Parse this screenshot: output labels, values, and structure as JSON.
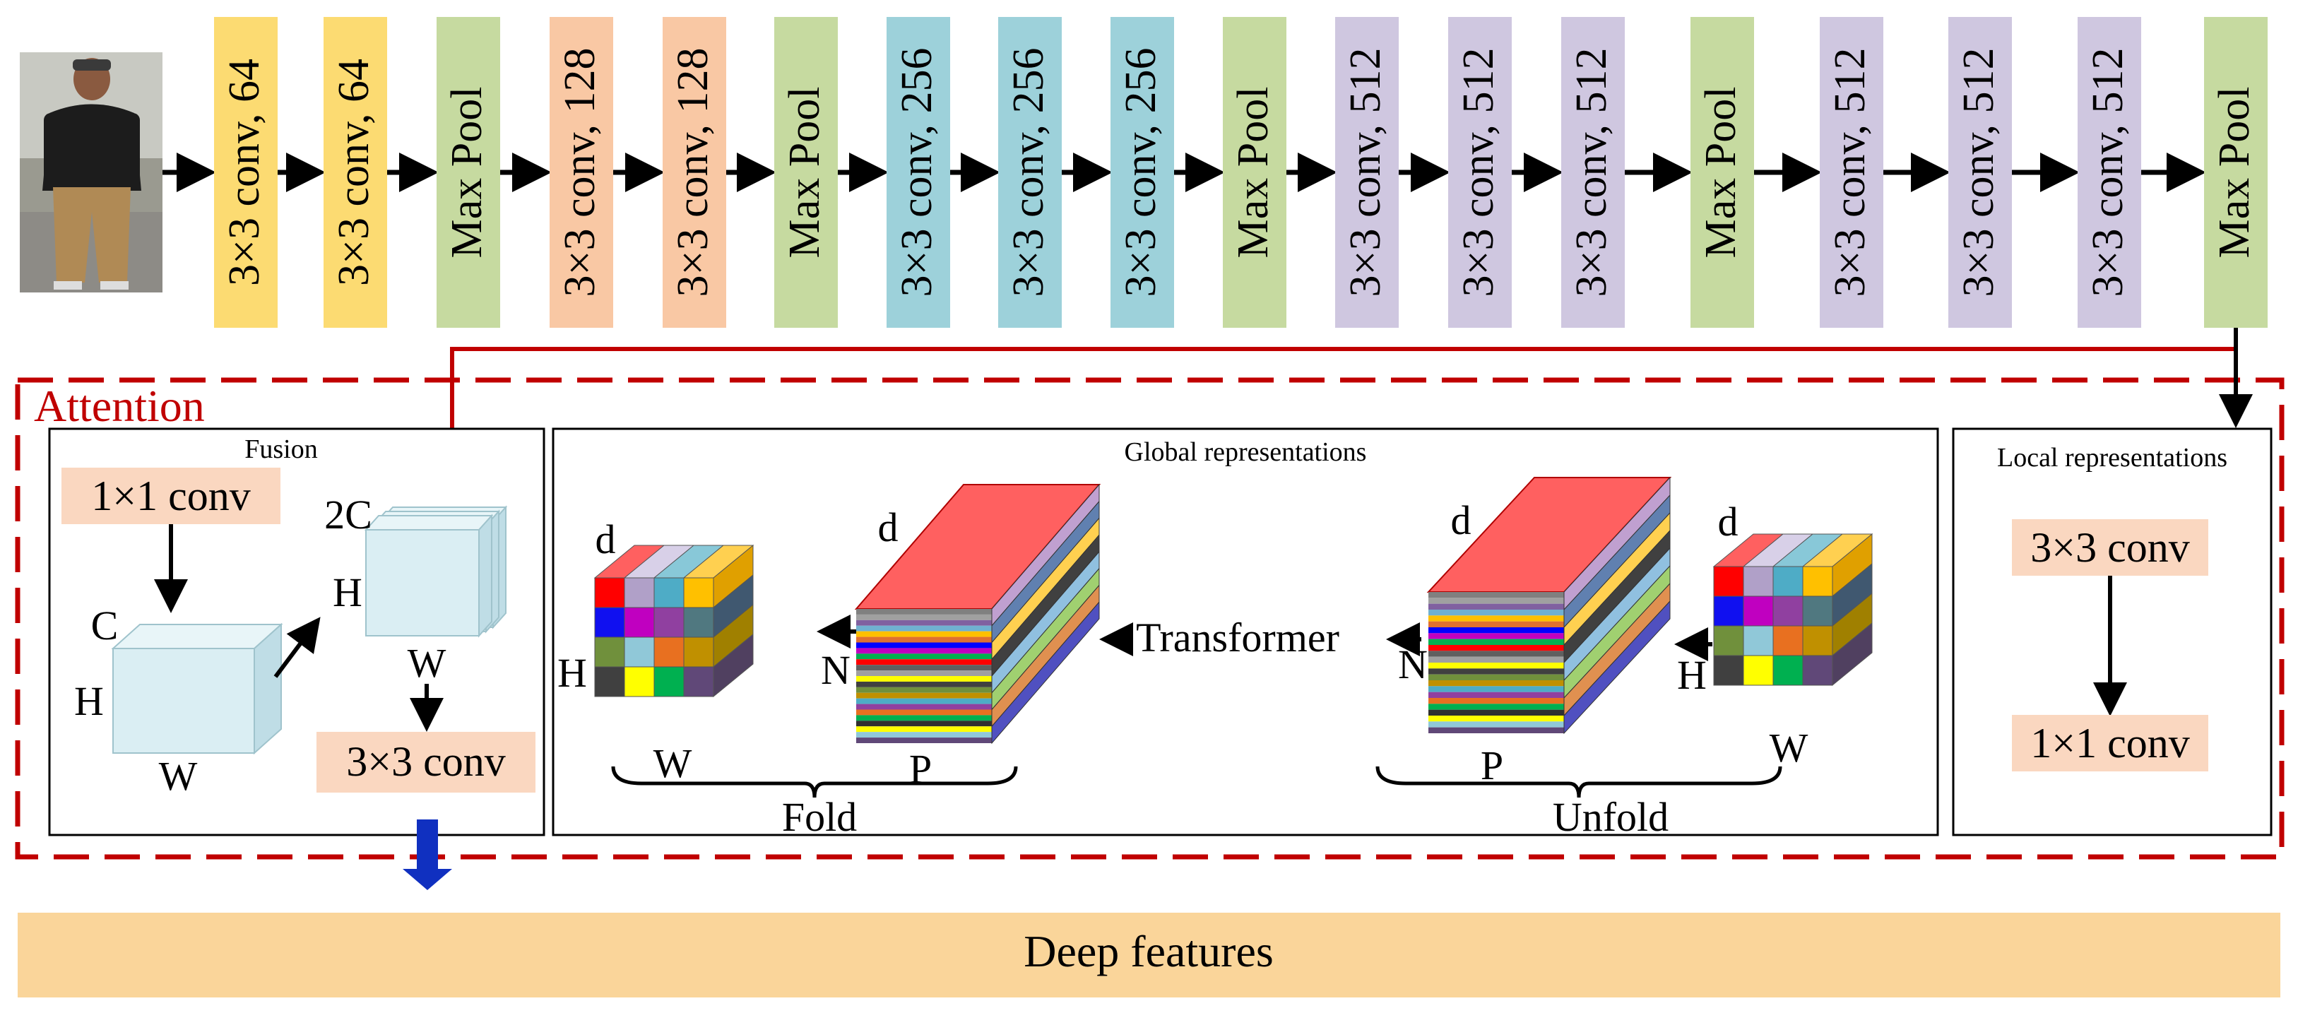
{
  "pipeline": {
    "blocks": [
      {
        "label": "3×3 conv, 64",
        "color": "#FCDB72"
      },
      {
        "label": "3×3 conv, 64",
        "color": "#FCDB72"
      },
      {
        "label": "Max Pool",
        "color": "#C6DAA0"
      },
      {
        "label": "3×3 conv, 128",
        "color": "#F9C8A4"
      },
      {
        "label": "3×3 conv, 128",
        "color": "#F9C8A4"
      },
      {
        "label": "Max Pool",
        "color": "#C6DAA0"
      },
      {
        "label": "3×3 conv, 256",
        "color": "#9DD1DA"
      },
      {
        "label": "3×3 conv, 256",
        "color": "#9DD1DA"
      },
      {
        "label": "3×3 conv, 256",
        "color": "#9DD1DA"
      },
      {
        "label": "Max Pool",
        "color": "#C6DAA0"
      },
      {
        "label": "3×3 conv, 512",
        "color": "#CFC7E0"
      },
      {
        "label": "3×3 conv, 512",
        "color": "#CFC7E0"
      },
      {
        "label": "3×3 conv, 512",
        "color": "#CFC7E0"
      },
      {
        "label": "Max Pool",
        "color": "#C6DAA0"
      },
      {
        "label": "3×3 conv, 512",
        "color": "#CFC7E0"
      },
      {
        "label": "3×3 conv, 512",
        "color": "#CFC7E0"
      },
      {
        "label": "3×3 conv, 512",
        "color": "#CFC7E0"
      },
      {
        "label": "Max Pool",
        "color": "#C6DAA0"
      }
    ]
  },
  "attention": {
    "title": "Attention",
    "color": "#C00000",
    "fusion": {
      "title": "Fusion",
      "conv1": "1×1 conv",
      "conv3": "3×3 conv",
      "cube1": {
        "c": "C",
        "h": "H",
        "w": "W"
      },
      "cube2": {
        "c": "2C",
        "h": "H",
        "w": "W"
      }
    },
    "global": {
      "title": "Global representations",
      "transformer": "Transformer",
      "fold": "Fold",
      "unfold": "Unfold",
      "left_grid": {
        "d": "d",
        "h": "H",
        "w": "W"
      },
      "left_slab": {
        "d": "d",
        "n": "N",
        "p": "P"
      },
      "right_slab": {
        "d": "d",
        "n": "N",
        "p": "P"
      },
      "right_grid": {
        "d": "d",
        "h": "H",
        "w": "W"
      }
    },
    "local": {
      "title": "Local representations",
      "conv3": "3×3 conv",
      "conv1": "1×1 conv"
    }
  },
  "output": {
    "label": "Deep features",
    "color": "#FAD59A"
  },
  "colors": {
    "cube_face": "#DAEEF3",
    "cube_top": "#E8F5F8",
    "cube_side": "#BFDDE6",
    "label_box": "#FAD7C0",
    "down_arrow": "#1030C0"
  },
  "palettes": {
    "grid_front": [
      "#FF0000",
      "#B0A0C8",
      "#4EACC6",
      "#FFC000",
      "#1010F0",
      "#C000C0",
      "#9040A0",
      "#507880",
      "#70903C",
      "#90C8D8",
      "#E87020",
      "#C09000",
      "#404040",
      "#FFFF00",
      "#00B050",
      "#604878"
    ],
    "grid_top": [
      "#FF6060",
      "#D8D0E8",
      "#88C8D8",
      "#FFD050"
    ],
    "grid_side": [
      "#E0A000",
      "#405870",
      "#A08000",
      "#504060"
    ],
    "slab_stripes": [
      "#808080",
      "#A0A0A0",
      "#8060A0",
      "#70B0D0",
      "#FFC000",
      "#E07030",
      "#0000FF",
      "#C000C0",
      "#00B050",
      "#FF0000",
      "#606060",
      "#A0A0A0",
      "#FFFF00",
      "#404040",
      "#70903C",
      "#C09000",
      "#4EACC6",
      "#9040A0",
      "#E87020",
      "#00B050",
      "#303030",
      "#FFFF00",
      "#90C8D8",
      "#604878"
    ],
    "slab_top": "#FF6060",
    "slab_side": [
      "#C0A0D0",
      "#6080B0",
      "#FFD050",
      "#404040",
      "#90C0E0",
      "#A0D070",
      "#E09050",
      "#5050C0"
    ]
  }
}
